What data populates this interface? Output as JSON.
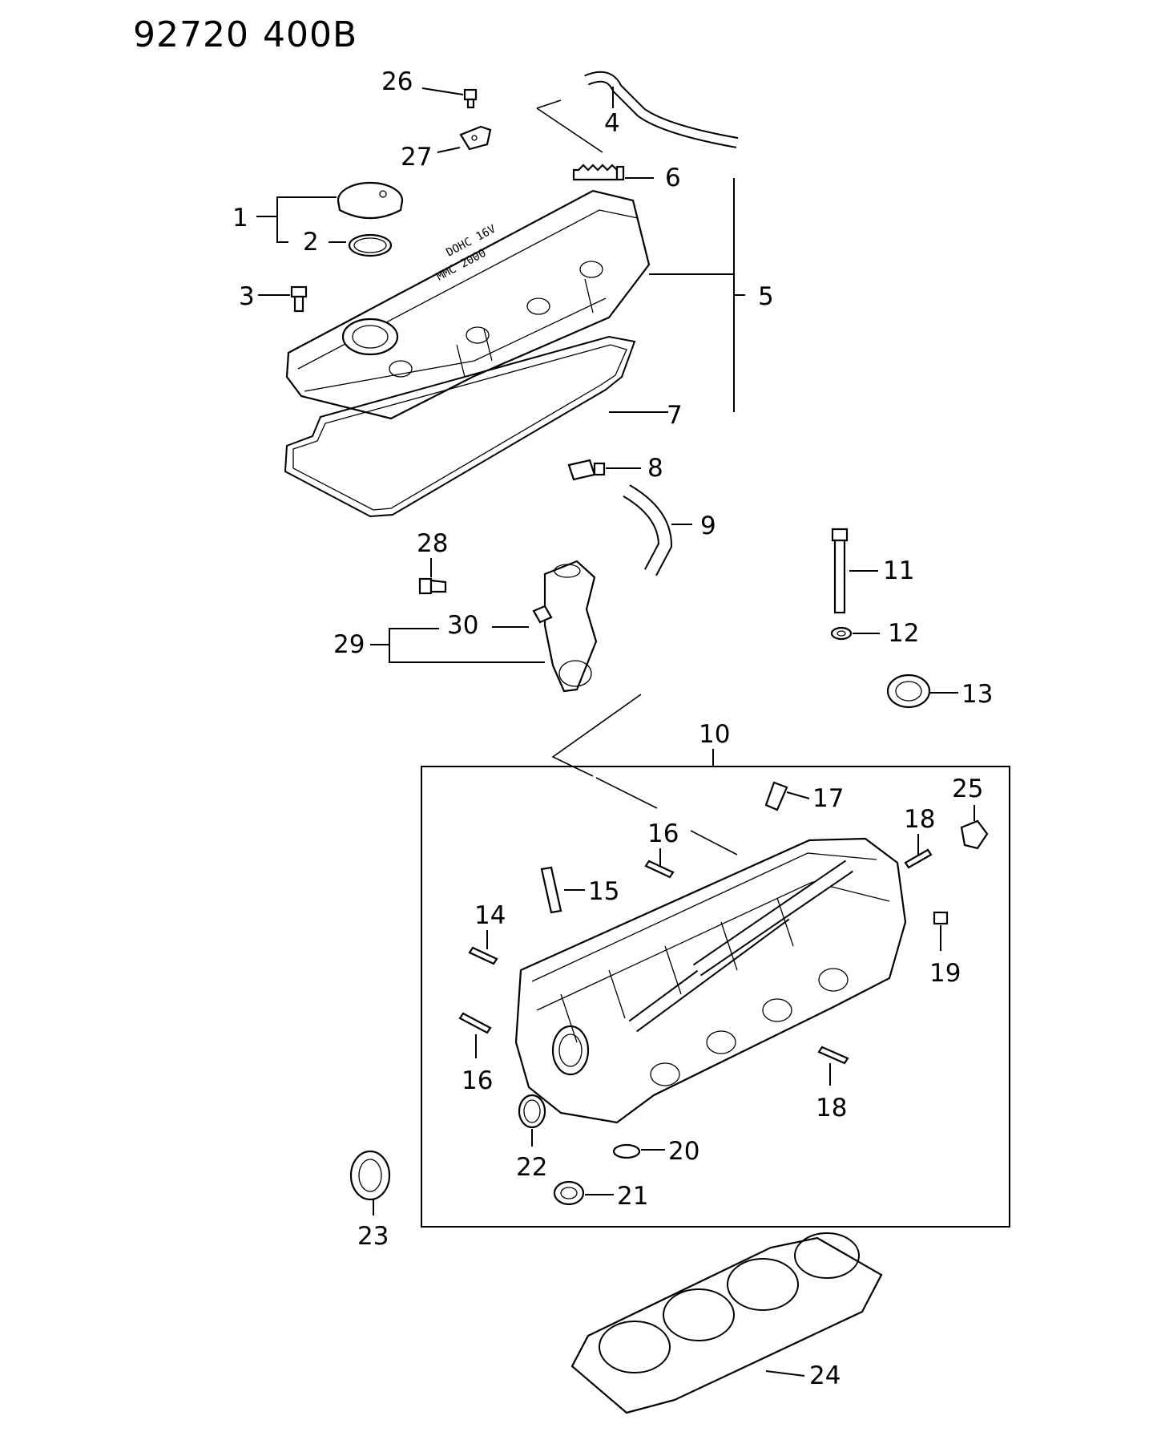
{
  "header": {
    "catalog_number": "92720",
    "group_code": "400B"
  },
  "callouts": {
    "c1": "1",
    "c2": "2",
    "c3": "3",
    "c4": "4",
    "c5": "5",
    "c6": "6",
    "c7": "7",
    "c8": "8",
    "c9": "9",
    "c10": "10",
    "c11": "11",
    "c12": "12",
    "c13": "13",
    "c14": "14",
    "c15": "15",
    "c16a": "16",
    "c16b": "16",
    "c17": "17",
    "c18a": "18",
    "c18b": "18",
    "c19": "19",
    "c20": "20",
    "c21": "21",
    "c22": "22",
    "c23": "23",
    "c24": "24",
    "c25": "25",
    "c26": "26",
    "c27": "27",
    "c28": "28",
    "c29": "29",
    "c30": "30"
  }
}
